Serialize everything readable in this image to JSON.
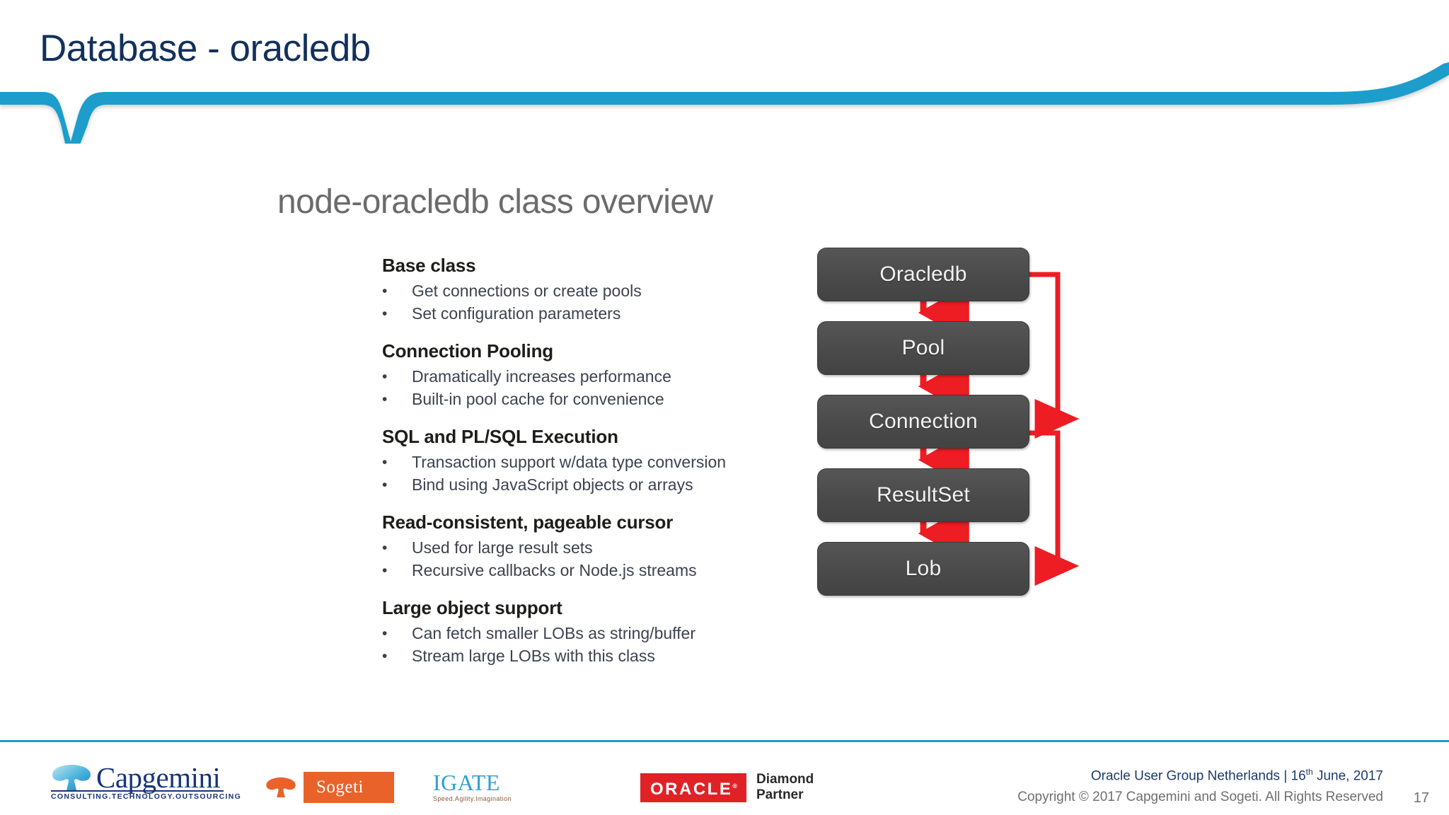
{
  "slide": {
    "title": "Database - oracledb",
    "page_number": "17",
    "accent_color": "#1b9dcb",
    "title_color": "#12305c"
  },
  "content": {
    "heading": "node-oracledb class overview",
    "heading_color": "#6b6b6b",
    "features": [
      {
        "title": "Base class",
        "bullets": [
          "Get connections or create pools",
          "Set configuration parameters"
        ]
      },
      {
        "title": "Connection Pooling",
        "bullets": [
          "Dramatically increases performance",
          "Built-in pool cache for convenience"
        ]
      },
      {
        "title": "SQL and PL/SQL Execution",
        "bullets": [
          "Transaction support w/data type conversion",
          "Bind using JavaScript objects or arrays"
        ]
      },
      {
        "title": "Read-consistent, pageable cursor",
        "bullets": [
          "Used for large result sets",
          "Recursive callbacks or Node.js streams"
        ]
      },
      {
        "title": "Large object support",
        "bullets": [
          "Can fetch smaller LOBs as string/buffer",
          "Stream large LOBs with this class"
        ]
      }
    ],
    "bullet_glyph": "•"
  },
  "diagram": {
    "box_fill": "#4a4a4a",
    "arrow_color": "#ee1c23",
    "nodes": [
      {
        "id": "oracledb",
        "label": "Oracledb"
      },
      {
        "id": "pool",
        "label": "Pool"
      },
      {
        "id": "connection",
        "label": "Connection"
      },
      {
        "id": "resultset",
        "label": "ResultSet"
      },
      {
        "id": "lob",
        "label": "Lob"
      }
    ],
    "edges": [
      {
        "from": "oracledb",
        "to": "pool",
        "style": "straight-down"
      },
      {
        "from": "pool",
        "to": "connection",
        "style": "straight-down"
      },
      {
        "from": "connection",
        "to": "resultset",
        "style": "straight-down"
      },
      {
        "from": "resultset",
        "to": "lob",
        "style": "straight-down"
      },
      {
        "from": "oracledb",
        "to": "connection",
        "style": "right-bypass"
      },
      {
        "from": "connection",
        "to": "lob",
        "style": "right-bypass"
      }
    ]
  },
  "footer": {
    "logos": {
      "capgemini": {
        "wordmark": "Capgemini",
        "tagline": "CONSULTING.TECHNOLOGY.OUTSOURCING",
        "color": "#17357a"
      },
      "sogeti": {
        "wordmark": "Sogeti",
        "color": "#e8622a"
      },
      "igate": {
        "wordmark": "IGATE",
        "tagline": "Speed.Agility.Imagination",
        "color": "#2f9fd0"
      },
      "oracle": {
        "wordmark": "ORACLE",
        "registered": "®",
        "partner_line1": "Diamond",
        "partner_line2": "Partner",
        "color": "#e02226"
      }
    },
    "event": "Oracle User Group Netherlands | 16",
    "event_sup": "th",
    "event_tail": " June, 2017",
    "copyright": "Copyright © 2017 Capgemini and Sogeti. All Rights Reserved"
  }
}
